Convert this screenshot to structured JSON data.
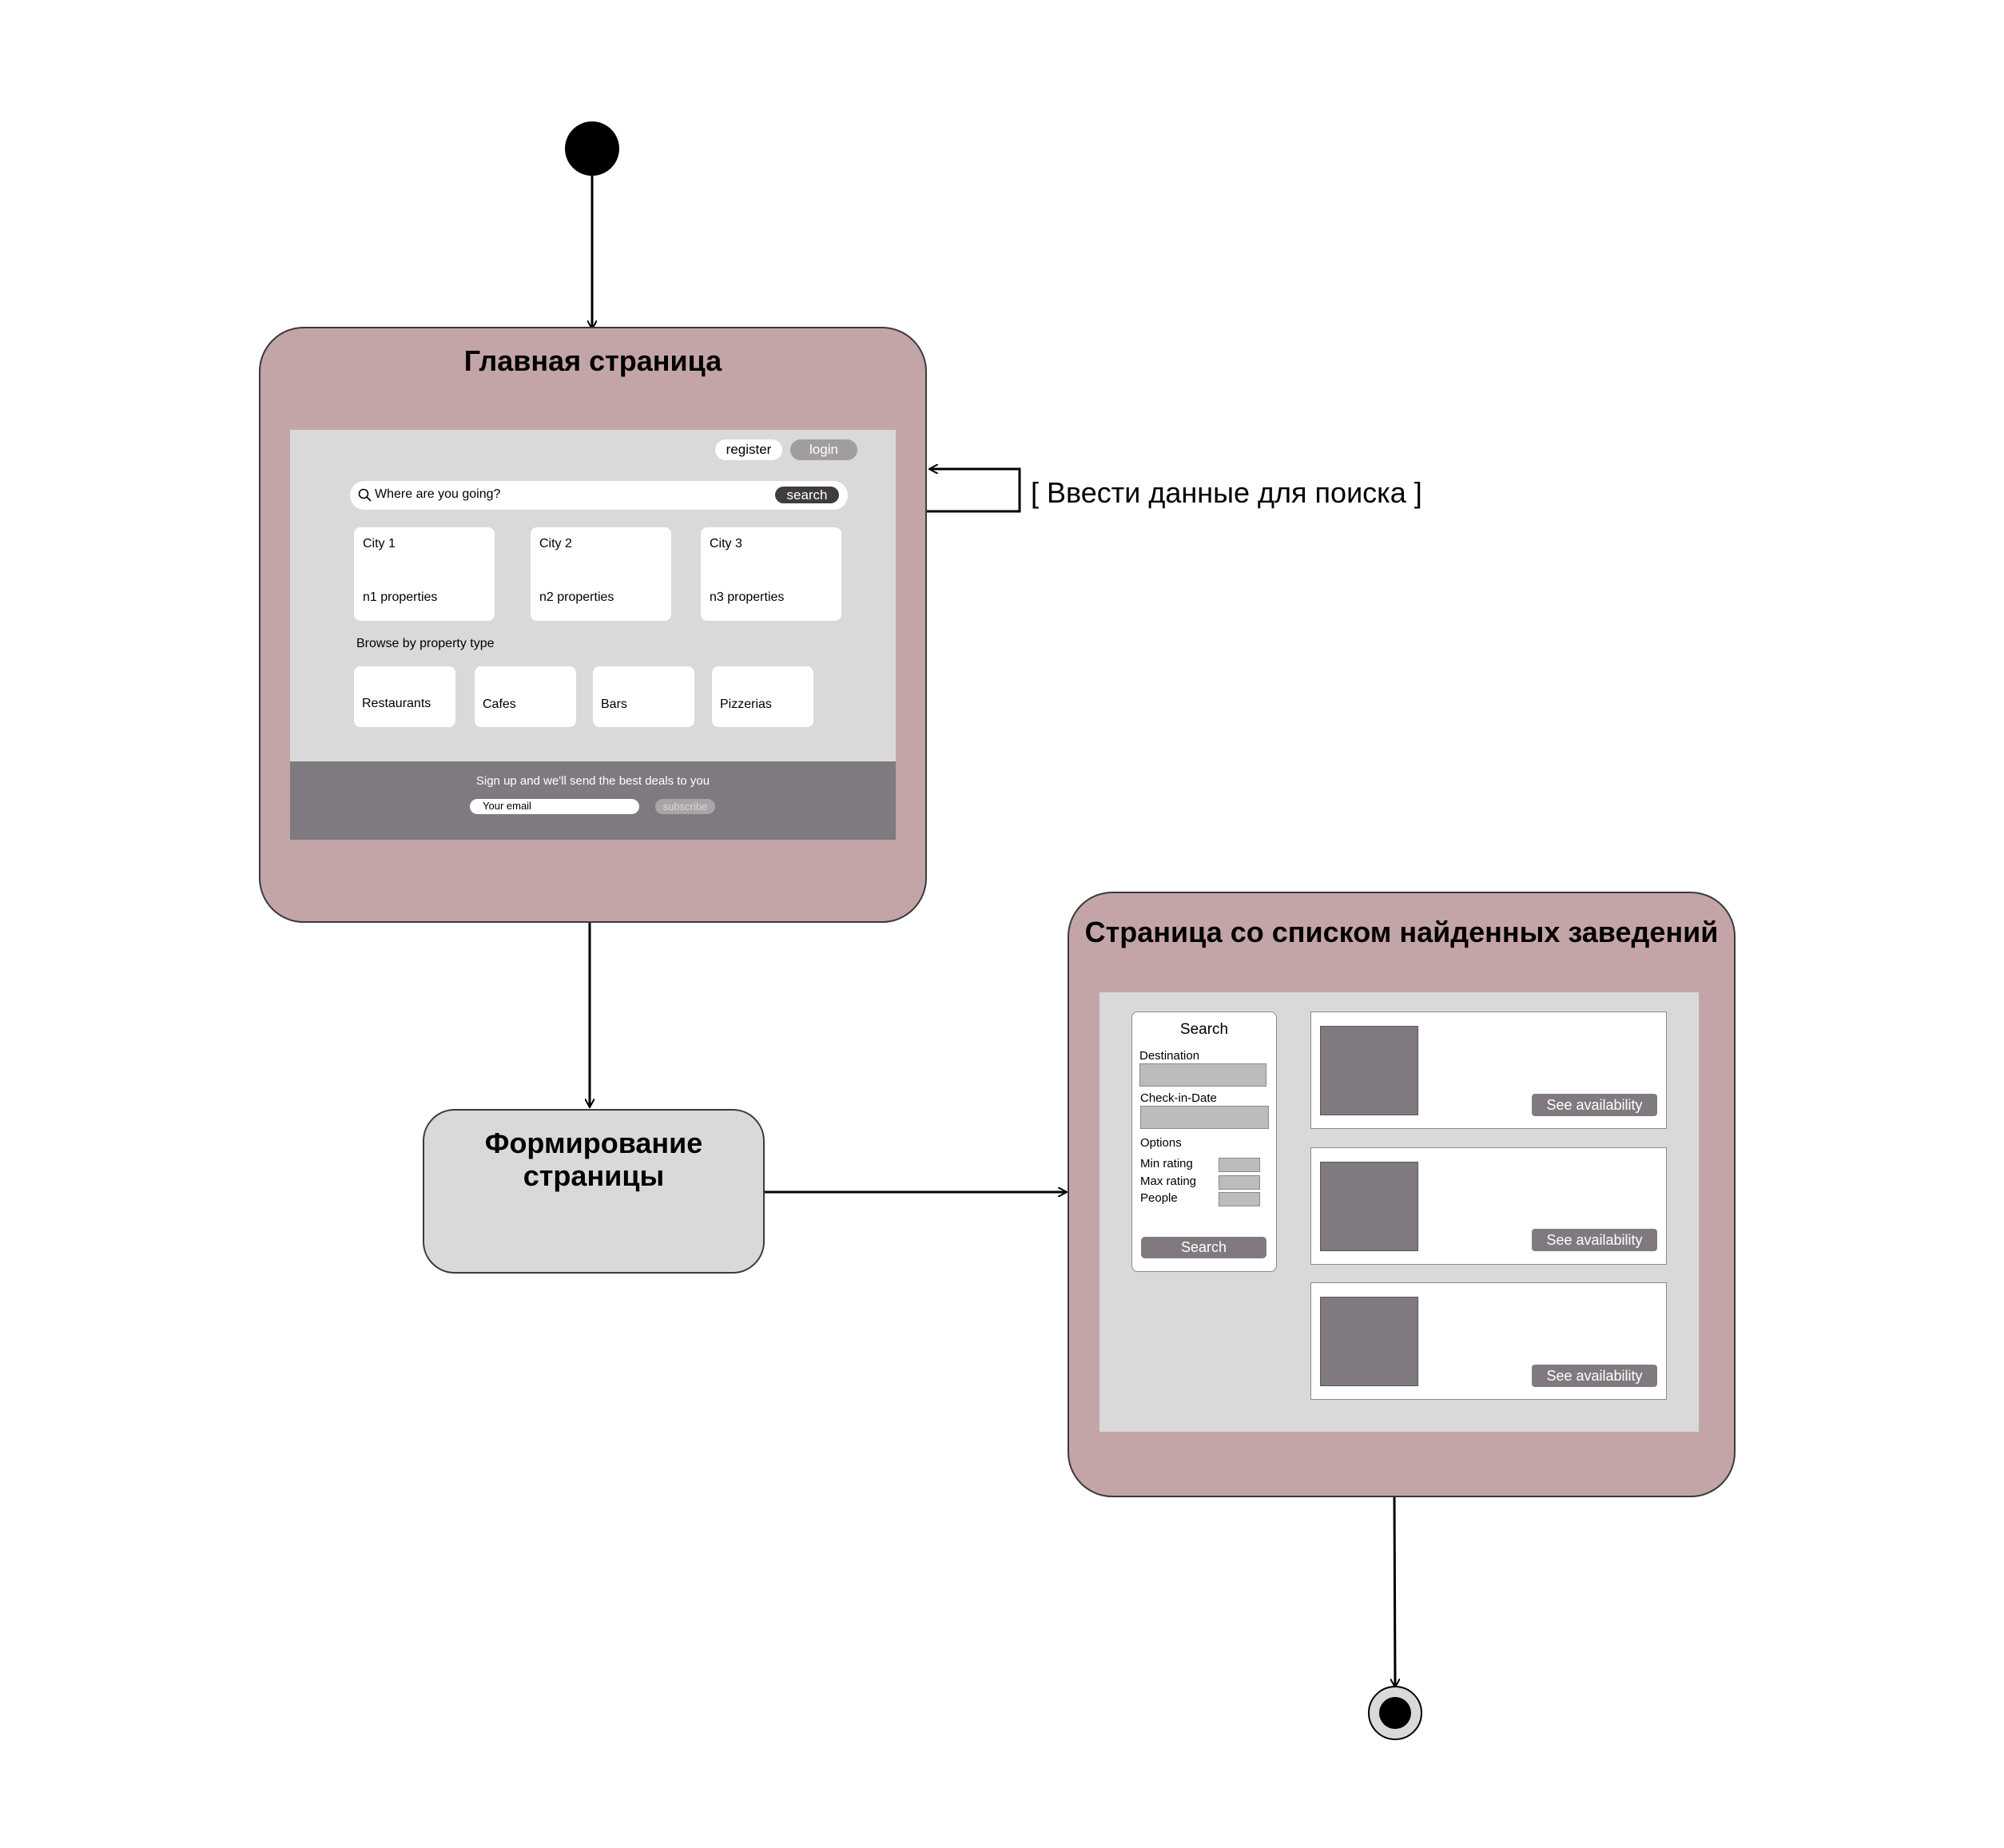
{
  "home_state": {
    "title": "Главная страница",
    "register_label": "register",
    "login_label": "login",
    "search_placeholder": "Where are you going?",
    "search_button": "search",
    "cities": [
      {
        "name": "City 1",
        "count": "n1 properties"
      },
      {
        "name": "City 2",
        "count": "n2 properties"
      },
      {
        "name": "City 3",
        "count": "n3 properties"
      }
    ],
    "browse_heading": "Browse by property type",
    "property_types": [
      "Restaurants",
      "Cafes",
      "Bars",
      "Pizzerias"
    ],
    "signup_text": "Sign up and we'll send the best deals to you",
    "email_placeholder": "Your email",
    "subscribe_label": "subscribe"
  },
  "self_transition_guard": "[ Ввести данные для поиска ]",
  "forming_state": {
    "title_line1": "Формирование",
    "title_line2": "страницы"
  },
  "results_state": {
    "title": "Страница со списком найденных заведений",
    "panel_title": "Search",
    "destination_label": "Destination",
    "checkin_label": "Check-in-Date",
    "options_label": "Options",
    "option_labels": [
      "Min rating",
      "Max rating",
      "People"
    ],
    "search_button": "Search",
    "results": [
      {
        "button": "See availability"
      },
      {
        "button": "See availability"
      },
      {
        "button": "See availability"
      }
    ]
  },
  "colors": {
    "state_pink": "#c4a5a7",
    "mock_grey": "#d9d9d9",
    "dark_grey": "#807a80",
    "footer_grey": "#7f7a7f"
  }
}
